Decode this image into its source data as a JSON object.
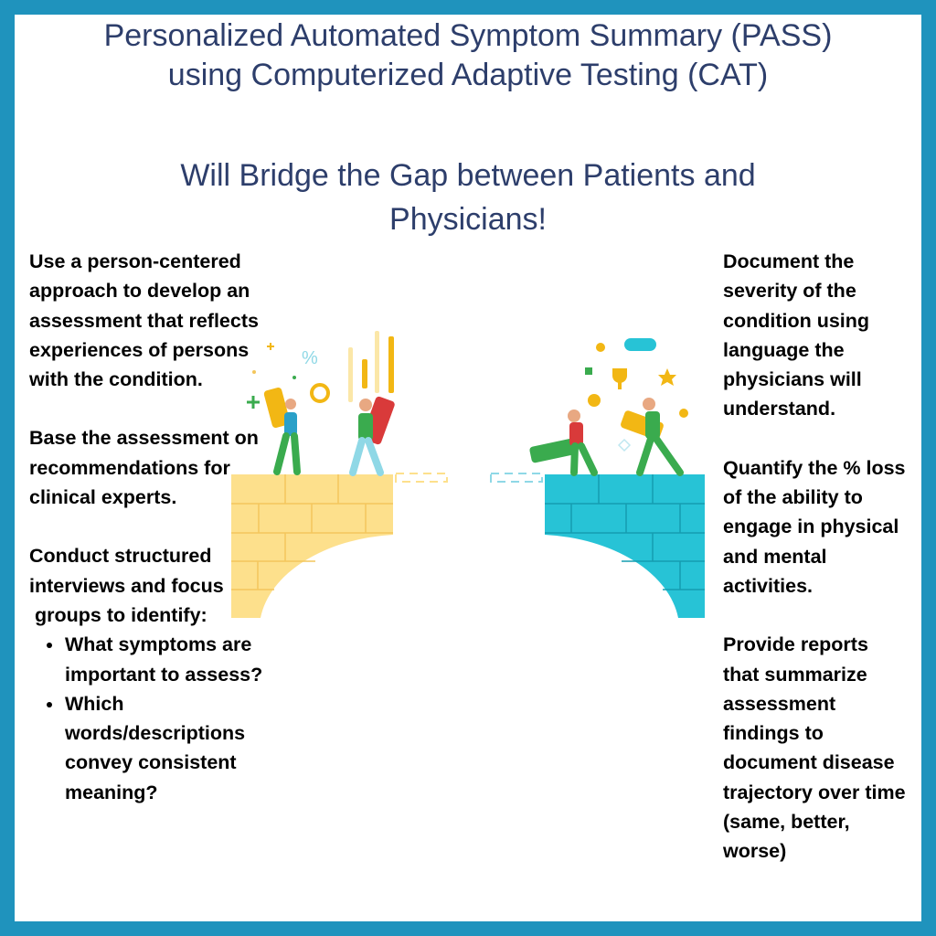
{
  "title_lines": [
    "Personalized Automated Symptom Summary (PASS)",
    "using Computerized Adaptive Testing (CAT)"
  ],
  "subtitle_lines": [
    "Will Bridge the Gap between Patients and",
    "Physicians!"
  ],
  "left_column": {
    "p1": "Use a person-centered approach to develop an assessment that reflects experiences of persons with the condition.",
    "p2": "Base the assessment on recommendations for clinical experts.",
    "p3": "Conduct structured interviews and focus",
    "p3_line2": "groups to identify:",
    "bullets": [
      "What symptoms are important to assess?",
      "Which words/descriptions convey consistent meaning?"
    ]
  },
  "right_column": {
    "p1": "Document the severity of the condition using language the physicians will understand.",
    "p2": "Quantify the % loss of the ability to engage in physical and mental activities.",
    "p3": "Provide reports that summarize assessment findings to document disease trajectory over time (same, better, worse)"
  },
  "illustration": {
    "icons": [
      "percent-icon",
      "plus-icon",
      "coin-icon",
      "trophy-icon",
      "star-icon",
      "game-controller-icon",
      "puzzle-icon",
      "diamond-icon",
      "bar-chart-icon",
      "donut-icon"
    ],
    "percent_symbol": "%",
    "colors": {
      "frame": "#1f93bd",
      "title": "#2d3e6b",
      "left_bridge": "#fde08c",
      "right_bridge": "#27c3d6",
      "gold": "#f2b714",
      "green": "#3aab4e",
      "red": "#d93a3a"
    }
  }
}
